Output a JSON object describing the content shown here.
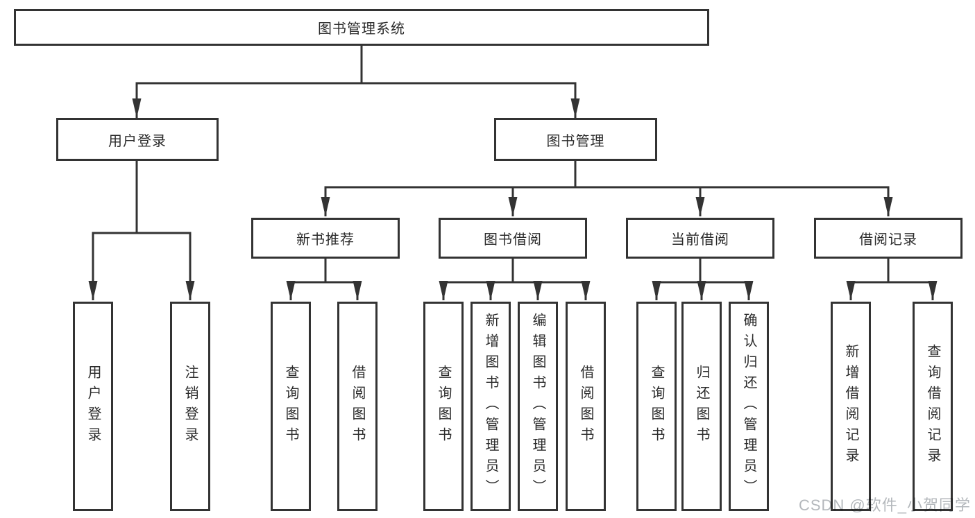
{
  "tree": {
    "label": "图书管理系统",
    "children": [
      {
        "label": "用户登录",
        "children": [
          {
            "label": "用户登录"
          },
          {
            "label": "注销登录"
          }
        ]
      },
      {
        "label": "图书管理",
        "children": [
          {
            "label": "新书推荐",
            "children": [
              {
                "label": "查询图书"
              },
              {
                "label": "借阅图书"
              }
            ]
          },
          {
            "label": "图书借阅",
            "children": [
              {
                "label": "查询图书"
              },
              {
                "label": "新增图书（管理员）"
              },
              {
                "label": "编辑图书（管理员）"
              },
              {
                "label": "借阅图书"
              }
            ]
          },
          {
            "label": "当前借阅",
            "children": [
              {
                "label": "查询图书"
              },
              {
                "label": "归还图书"
              },
              {
                "label": "确认归还（管理员）"
              }
            ]
          },
          {
            "label": "借阅记录",
            "children": [
              {
                "label": "新增借阅记录"
              },
              {
                "label": "查询借阅记录"
              }
            ]
          }
        ]
      }
    ]
  },
  "watermark": {
    "text": "CSDN @软件_小贺同学"
  },
  "colors": {
    "line": "#333333",
    "text": "#2b2b2b",
    "background": "#ffffff",
    "watermark": "#b4b8bc"
  }
}
